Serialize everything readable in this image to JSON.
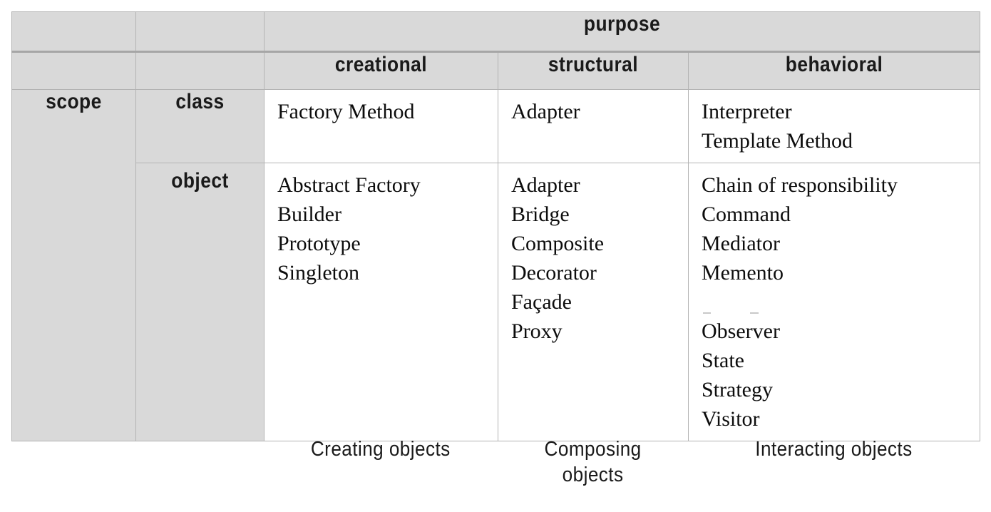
{
  "table": {
    "corner_blank_1": "",
    "corner_blank_2": "",
    "purpose_header": "purpose",
    "columns": [
      {
        "key": "creational",
        "label": "creational",
        "footer": "Creating objects"
      },
      {
        "key": "structural",
        "label": "structural",
        "footer": "Composing\nobjects"
      },
      {
        "key": "behavioral",
        "label": "behavioral",
        "footer": "Interacting objects"
      }
    ],
    "scope_label": "scope",
    "rows": [
      {
        "key": "class",
        "label": "class",
        "creational": "Factory Method",
        "structural": "Adapter",
        "behavioral": "Interpreter\nTemplate Method"
      },
      {
        "key": "object",
        "label": "object",
        "creational": "Abstract Factory\nBuilder\nPrototype\nSingleton",
        "structural": "Adapter\nBridge\nComposite\nDecorator\nFaçade\nProxy",
        "behavioral_part1": "Chain of responsibility\nCommand\nMediator\nMemento",
        "behavioral_part2": "Observer\nState\nStrategy\nVisitor"
      }
    ]
  },
  "colors": {
    "header_fill": "#d9d9d9",
    "cell_fill": "#ffffff",
    "border": "#b3b3b3",
    "thick_rule": "#a6a6a6",
    "text": "#1a1a1a"
  }
}
